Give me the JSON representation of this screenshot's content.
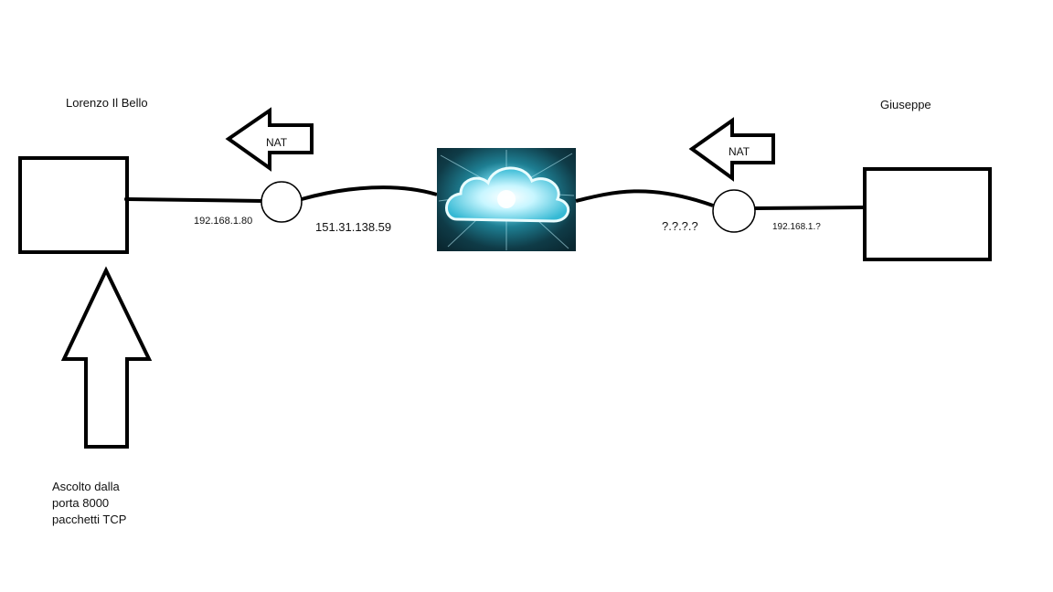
{
  "left_host": {
    "name": "Lorenzo Il Bello",
    "local_ip": "192.168.1.80"
  },
  "right_host": {
    "name": "Giuseppe",
    "local_ip": "192.168.1.?"
  },
  "left_public_ip": "151.31.138.59",
  "right_public_ip": "?.?.?.?",
  "nat_label_left": "NAT",
  "nat_label_right": "NAT",
  "note_lines": [
    "Ascolto dalla",
    "porta 8000",
    "pacchetti TCP"
  ],
  "colors": {
    "stroke": "#000000",
    "cloud_glow": "#7fe9ff",
    "cloud_bg": "#0a2730"
  },
  "icons": {
    "internet": "cloud-icon"
  }
}
